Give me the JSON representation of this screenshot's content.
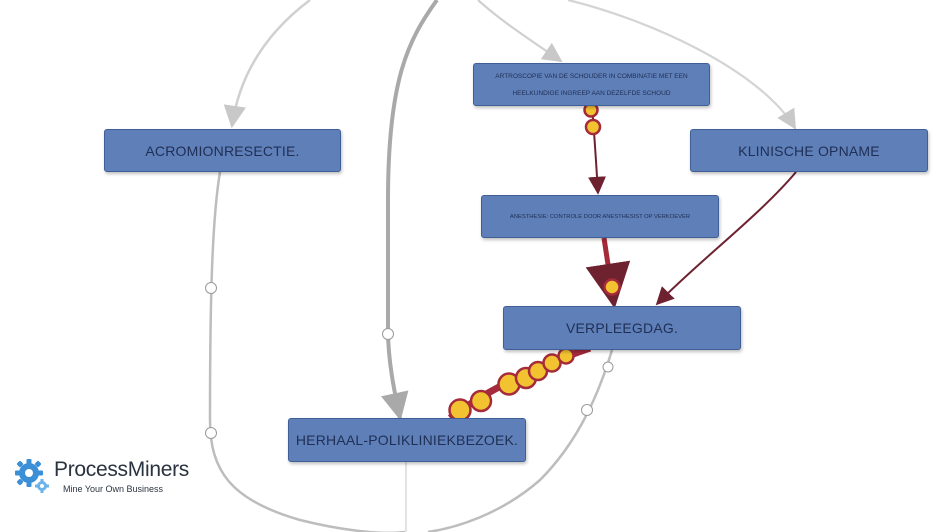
{
  "diagram": {
    "nodes": [
      {
        "id": "artroscopie",
        "label": "ARTROSCOPIE VAN DE SCHOUDER IN COMBINATIE MET EEN HEELKUNDIGE INGREEP AAN DEZELFDE SCHOUD"
      },
      {
        "id": "acromionresectie",
        "label": "ACROMIONRESECTIE."
      },
      {
        "id": "klinische_opname",
        "label": "KLINISCHE OPNAME"
      },
      {
        "id": "anesthesie",
        "label": "ANESTHESIE: CONTROLE DOOR ANESTHESIST OP VERKOEVER"
      },
      {
        "id": "verpleegdag",
        "label": "VERPLEEGDAG."
      },
      {
        "id": "herhaal",
        "label": "HERHAAL-POLIKLINIEKBEZOEK."
      }
    ],
    "colors": {
      "node_fill": "#5f7fb8",
      "node_border": "#3f5f96",
      "edge_gray": "#c4c4c4",
      "edge_active": "#7a2a35",
      "token_fill": "#f2c230",
      "token_stroke": "#a52a3a"
    }
  },
  "logo": {
    "name": "ProcessMiners",
    "tagline": "Mine Your Own Business",
    "icon": "gear-icon"
  }
}
